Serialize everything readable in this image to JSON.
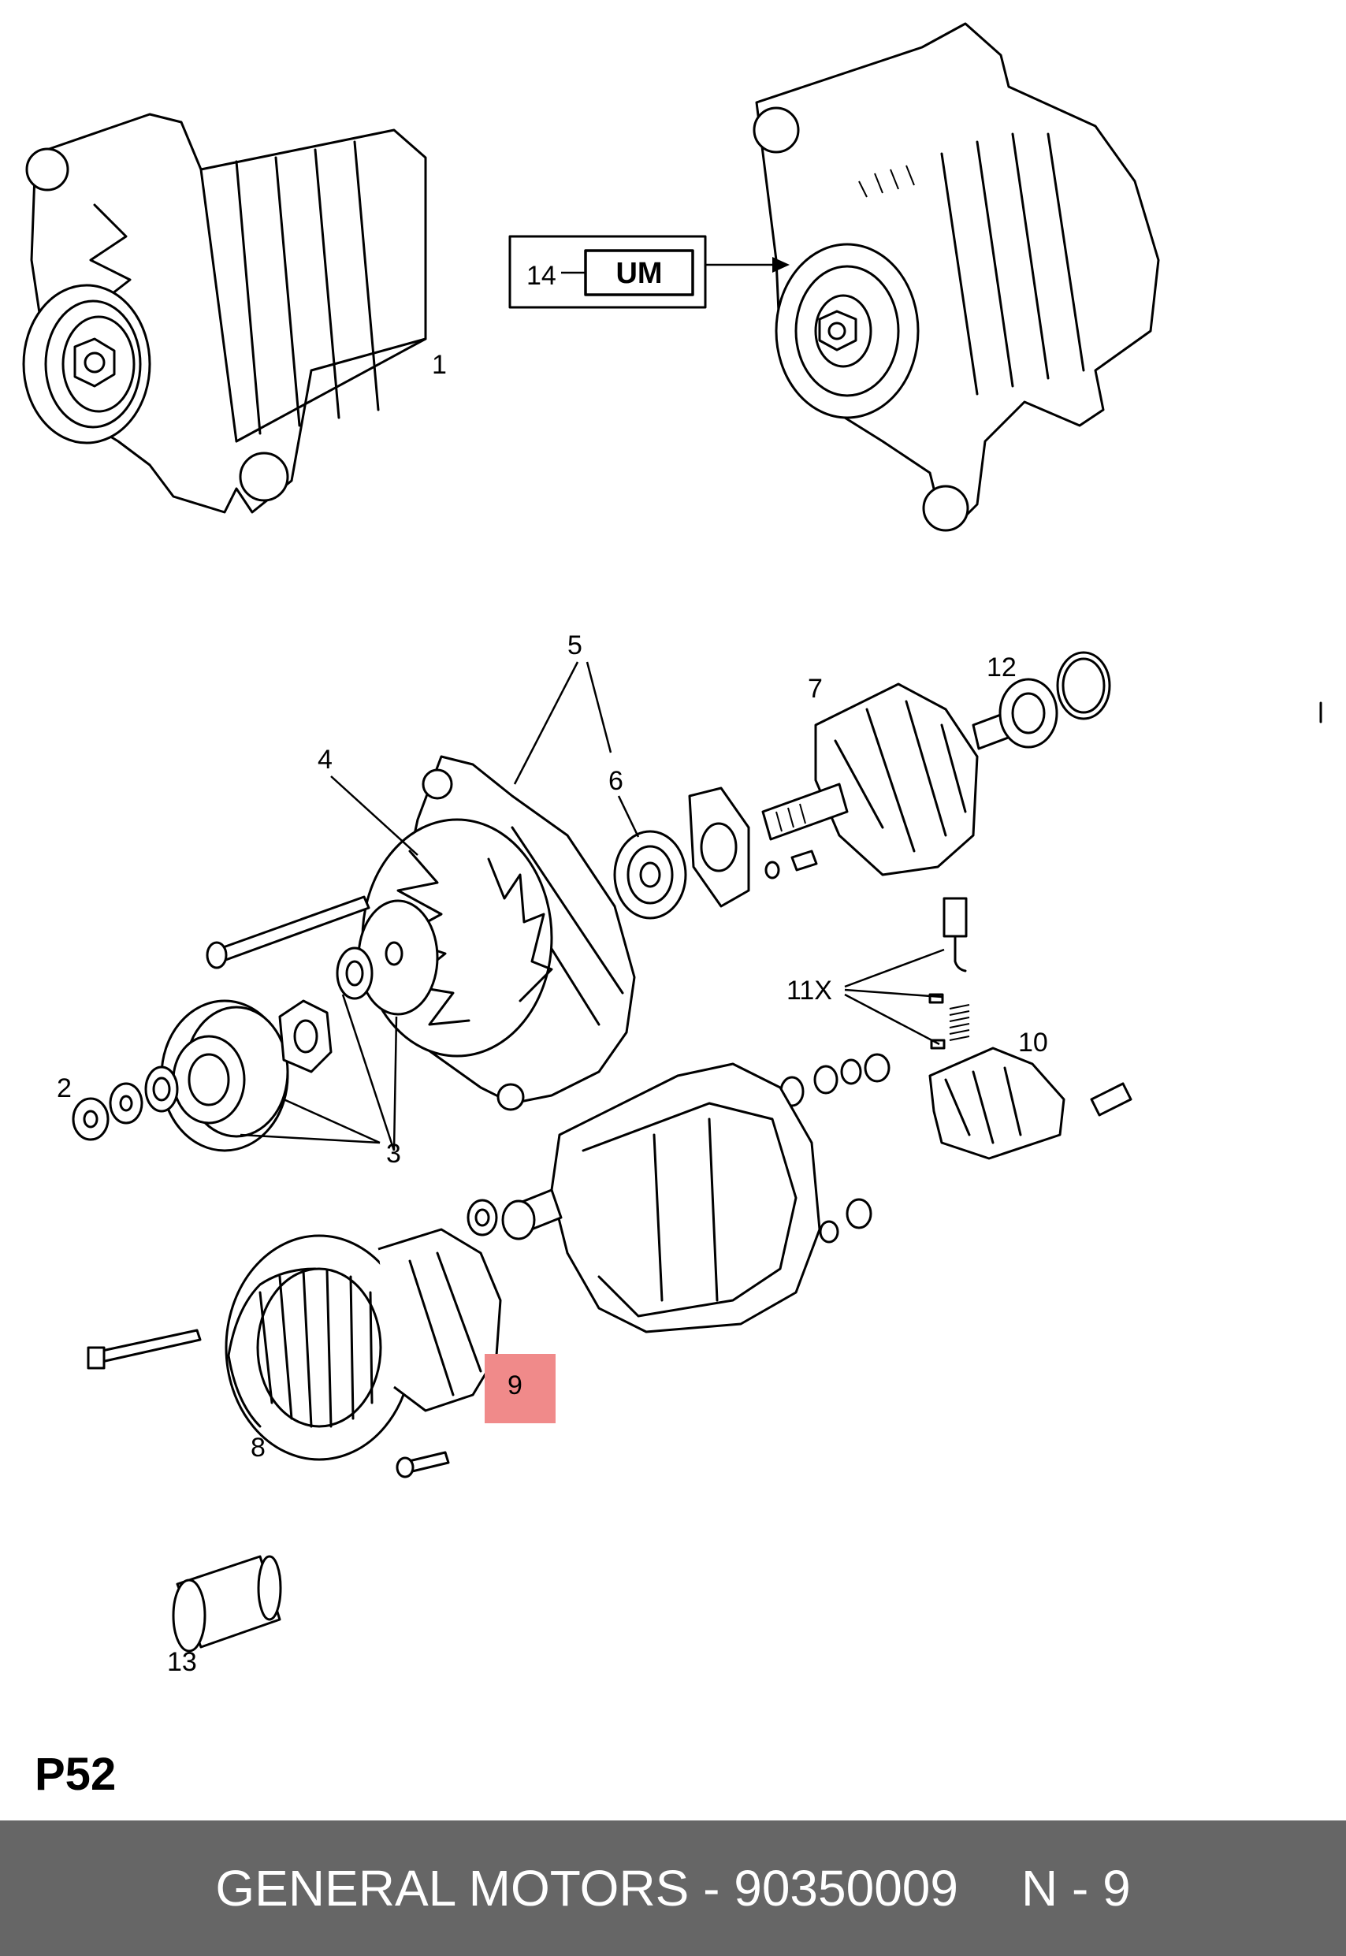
{
  "callouts": {
    "c1": "1",
    "c2": "2",
    "c3": "3",
    "c4": "4",
    "c5": "5",
    "c6": "6",
    "c7": "7",
    "c8": "8",
    "c9": "9",
    "c10": "10",
    "c11": "11X",
    "c12": "12",
    "c13": "13",
    "c14": "14"
  },
  "um_label": "UM",
  "highlight_color": "#f08a8a",
  "page_code": "P52",
  "footer": {
    "title": "GENERAL MOTORS - 90350009",
    "ref": "N - 9",
    "background": "#666666"
  }
}
